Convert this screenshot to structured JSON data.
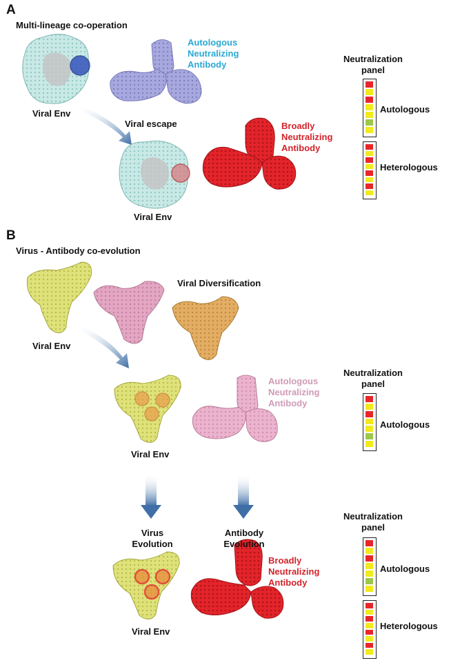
{
  "panels": {
    "a": {
      "letter": "A",
      "title": "Multi-lineage co-operation",
      "env_top_label": "Viral Env",
      "env_bottom_label": "Viral Env",
      "escape_label": "Viral escape",
      "autologous_ab_label": "Autologous\nNeutralizing\nAntibody",
      "broad_ab_label": "Broadly\nNeutralizing\nAntibody",
      "neut_panel_title": "Neutralization\npanel",
      "autologous_label": "Autologous",
      "heterologous_label": "Heterologous",
      "autologous_cells": [
        "red",
        "yellow",
        "red",
        "yellow",
        "yellow",
        "green",
        "yellow"
      ],
      "heterologous_cells": [
        "red",
        "yellow",
        "red",
        "yellow",
        "red",
        "yellow",
        "red",
        "yellow"
      ]
    },
    "b": {
      "letter": "B",
      "title": "Virus - Antibody co-evolution",
      "env_top_label": "Viral Env",
      "diversification_label": "Viral Diversification",
      "env_middle_label": "Viral Env",
      "autologous_ab_label": "Autologous\nNeutralizing\nAntibody",
      "virus_evolution_label": "Virus\nEvolution",
      "antibody_evolution_label": "Antibody\nEvolution",
      "broad_ab_label": "Broadly\nNeutralizing\nAntibody",
      "env_bottom_label": "Viral Env",
      "neut_panel1_title": "Neutralization\npanel",
      "neut_panel1_autologous_label": "Autologous",
      "neut_panel1_cells": [
        "red",
        "yellow",
        "red",
        "yellow",
        "yellow",
        "green",
        "yellow"
      ],
      "neut_panel2_title": "Neutralization\npanel",
      "neut_panel2_autologous_label": "Autologous",
      "neut_panel2_heterologous_label": "Heterologous",
      "neut_panel2_autologous_cells": [
        "red",
        "yellow",
        "red",
        "yellow",
        "yellow",
        "green",
        "yellow"
      ],
      "neut_panel2_heterologous_cells": [
        "red",
        "yellow",
        "red",
        "yellow",
        "red",
        "yellow",
        "red",
        "yellow"
      ]
    }
  },
  "colors": {
    "cell_red": "#e8262a",
    "cell_yellow": "#f2ea1c",
    "cell_green": "#9cc84a",
    "env_cyan": "#c9e9e6",
    "env_yellow": "#dfe27a",
    "env_pink": "#e3a6c3",
    "env_orange": "#e3ae64",
    "ab_lavender": "#9d9fd8",
    "ab_red": "#e3242b",
    "ab_pink": "#e8a8c8",
    "epitope_blue": "#2d4bb8",
    "epitope_red": "#c8272d",
    "epitope_orange": "#e7a04c",
    "label_cyan": "#2aa8d4",
    "label_red": "#d2232a",
    "label_pink": "#cf9ab4",
    "arrow_blue": "#3f6fa6"
  }
}
